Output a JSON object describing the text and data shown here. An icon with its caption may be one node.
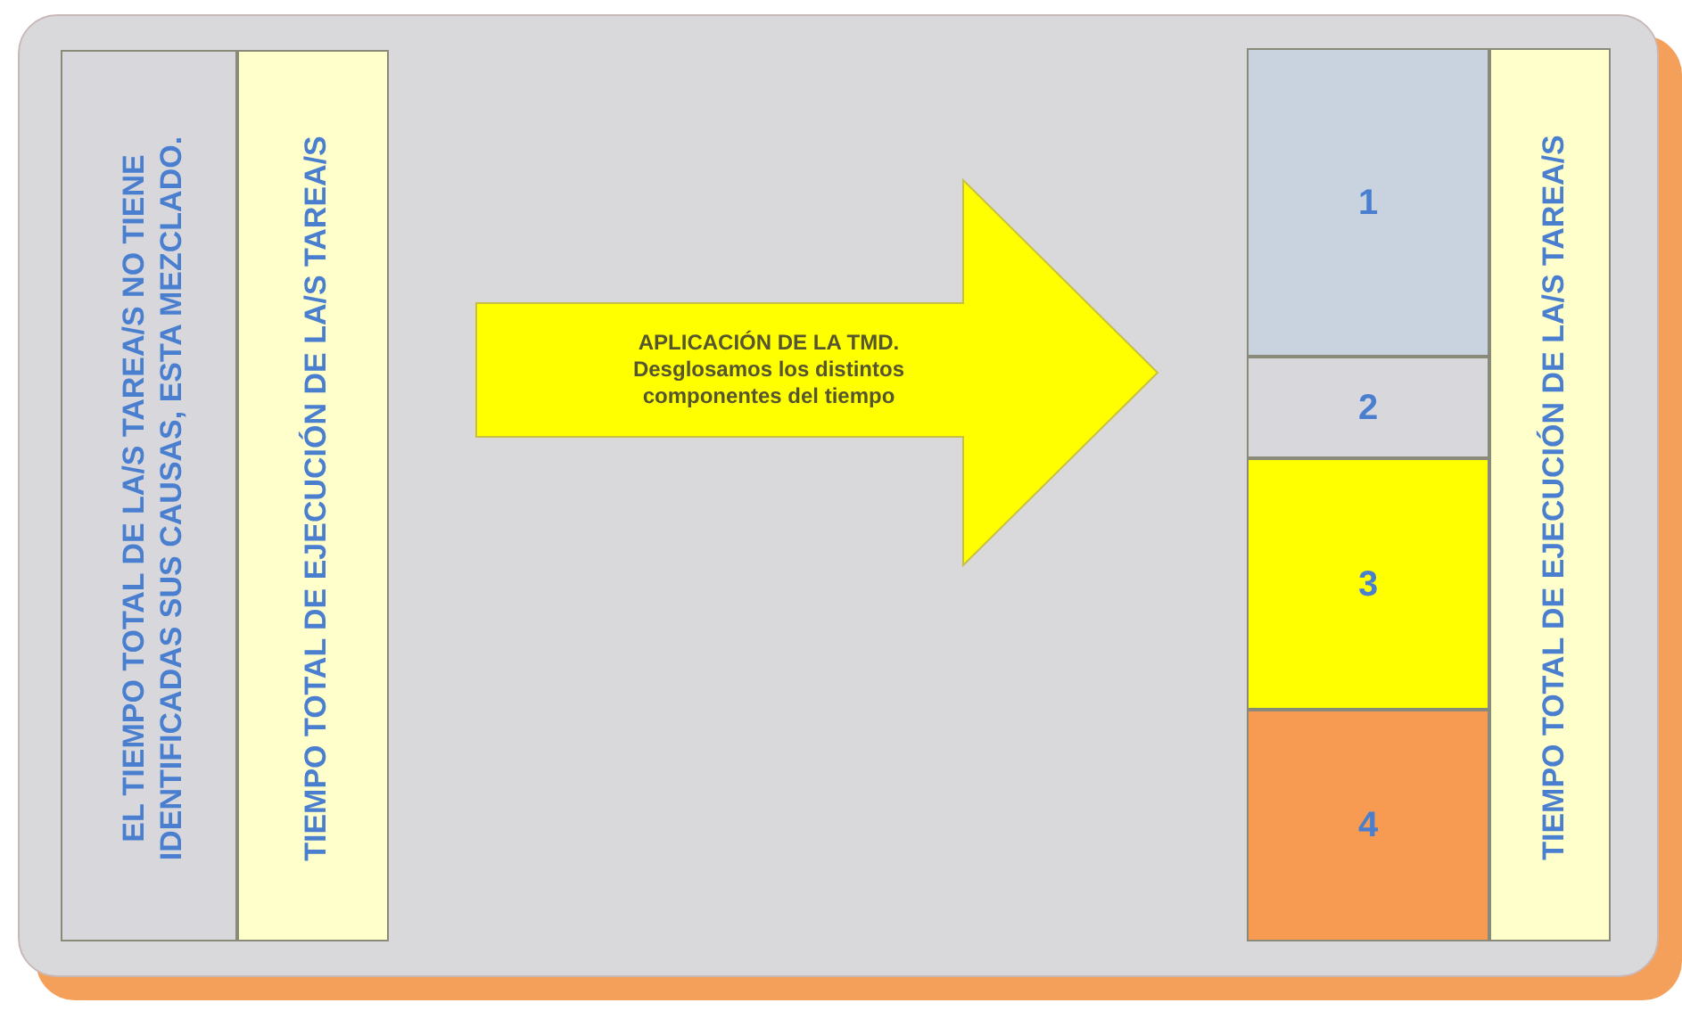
{
  "diagram": {
    "nodes": [
      {
        "text": [
          "EL TIEMPO TOTAL DE LA/S TAREA/S NO TIENE IDENTIFICADAS SUS CAUSAS, ESTA MEZCLADO."
        ]
      },
      {
        "text": [
          "TIEMPO TOTAL DE EJECUCIÓN DE LA/S TAREA/S"
        ]
      },
      {
        "text": [
          "APLICACIÓN DE LA TMD. Desglosamos los distintos componentes del tiempo"
        ]
      },
      {
        "text": [
          "1"
        ]
      },
      {
        "text": [
          "2"
        ]
      },
      {
        "text": [
          "3"
        ]
      },
      {
        "text": [
          "4"
        ]
      },
      {
        "text": [
          "TIEMPO TOTAL DE EJECUCIÓN DE LA/S TAREA/S"
        ]
      }
    ]
  }
}
